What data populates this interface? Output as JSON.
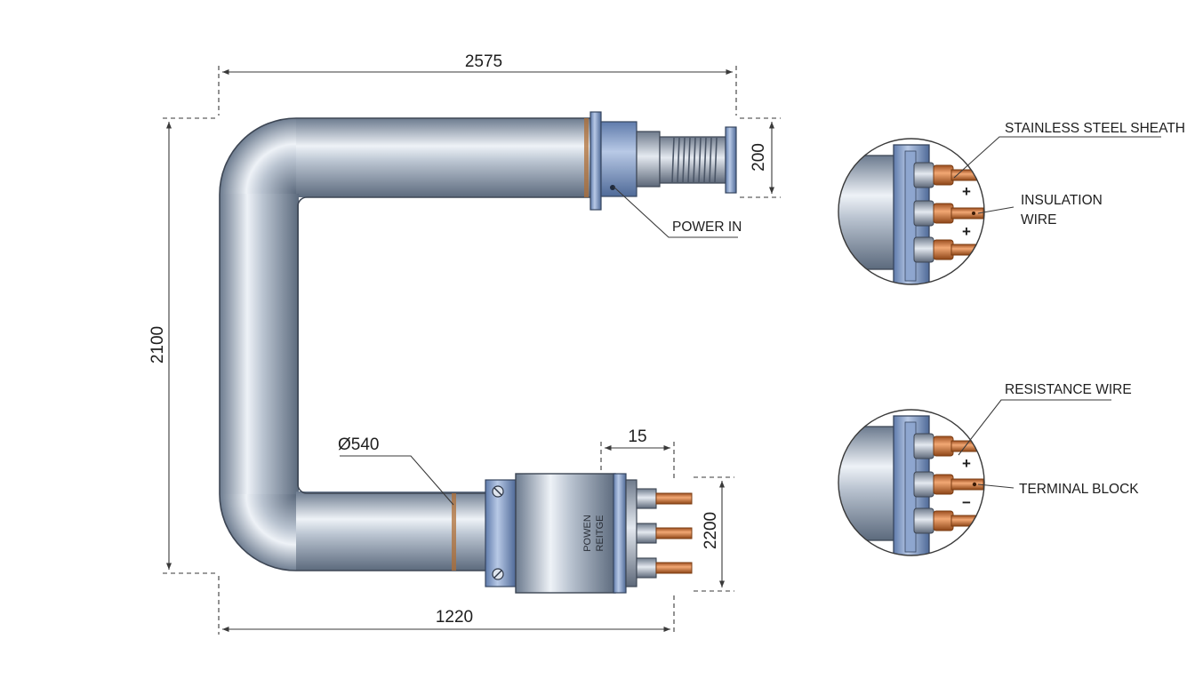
{
  "dimensions": {
    "overall_width": "2575",
    "overall_height": "2100",
    "flange_height": "200",
    "diameter": "Ø540",
    "terminal_length": "15",
    "terminal_height": "2200",
    "bottom_length": "1220"
  },
  "labels": {
    "power_in": "POWER IN",
    "stainless_steel_sheath": "STAINLESS STEEL SHEATH",
    "insulation_wire_line1": "INSULATION",
    "insulation_wire_line2": "WIRE",
    "resistance_wire": "RESISTANCE WIRE",
    "terminal_block": "TERMINAL BLOCK"
  },
  "housing_text": {
    "line1": "POWEN",
    "line2": "REITGE"
  },
  "detail_top_signs": [
    "+",
    "+"
  ],
  "detail_bottom_signs": [
    "+",
    "−"
  ],
  "colors": {
    "tube_dark": "#6f7e92",
    "tube_light": "#e9eef5",
    "flange_blue": "#7d98c4",
    "copper": "#d07a42",
    "line": "#3a3a3a"
  }
}
